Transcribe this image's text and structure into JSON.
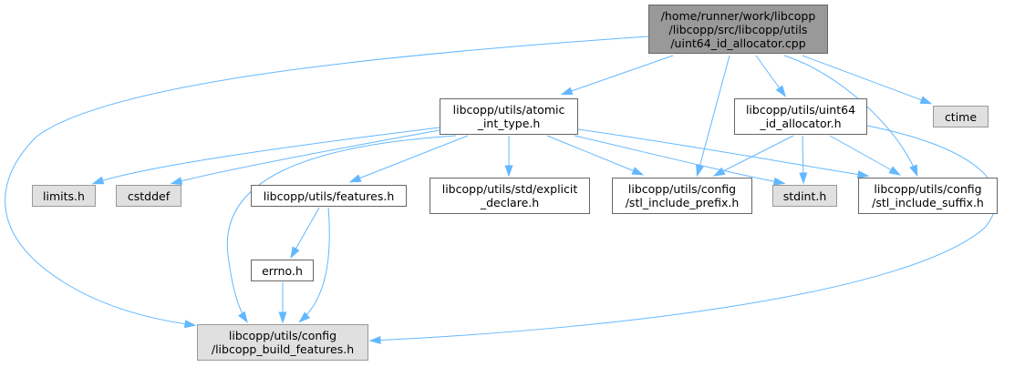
{
  "colors": {
    "edge": "#63b8ff",
    "root_fill": "#999999",
    "external_fill": "#e0e0e0",
    "node_border": "#666666"
  },
  "nodes": {
    "root": {
      "lines": [
        "/home/runner/work/libcopp",
        "/libcopp/src/libcopp/utils",
        "/uint64_id_allocator.cpp"
      ]
    },
    "atomic": {
      "lines": [
        "libcopp/utils/atomic",
        "_int_type.h"
      ]
    },
    "uint64": {
      "lines": [
        "libcopp/utils/uint64",
        "_id_allocator.h"
      ]
    },
    "ctime": {
      "lines": [
        "ctime"
      ]
    },
    "limits": {
      "lines": [
        "limits.h"
      ]
    },
    "cstddef": {
      "lines": [
        "cstddef"
      ]
    },
    "features": {
      "lines": [
        "libcopp/utils/features.h"
      ]
    },
    "explicit": {
      "lines": [
        "libcopp/utils/std/explicit",
        "_declare.h"
      ]
    },
    "prefix": {
      "lines": [
        "libcopp/utils/config",
        "/stl_include_prefix.h"
      ]
    },
    "stdint": {
      "lines": [
        "stdint.h"
      ]
    },
    "suffix": {
      "lines": [
        "libcopp/utils/config",
        "/stl_include_suffix.h"
      ]
    },
    "errno": {
      "lines": [
        "errno.h"
      ]
    },
    "build": {
      "lines": [
        "libcopp/utils/config",
        "/libcopp_build_features.h"
      ]
    }
  }
}
